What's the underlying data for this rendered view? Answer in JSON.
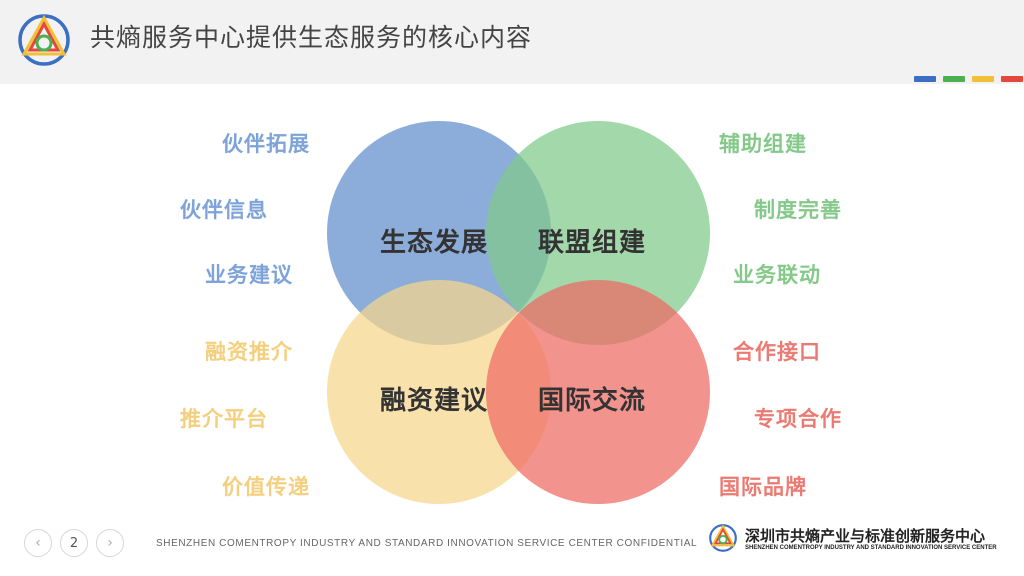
{
  "header": {
    "title": "共熵服务中心提供生态服务的核心内容",
    "accent_bars": [
      "#3a6fc4",
      "#4caf50",
      "#f2c037",
      "#e4483c"
    ]
  },
  "venn": {
    "circles": [
      {
        "label": "生态发展",
        "color": "#6b96d0"
      },
      {
        "label": "联盟组建",
        "color": "#7fc98a"
      },
      {
        "label": "融资建议",
        "color": "#f6d68a"
      },
      {
        "label": "国际交流",
        "color": "#ee6a62"
      }
    ]
  },
  "left_labels": {
    "blue": [
      "伙伴拓展",
      "伙伴信息",
      "业务建议"
    ],
    "yellow": [
      "融资推介",
      "推介平台",
      "价值传递"
    ]
  },
  "right_labels": {
    "green": [
      "辅助组建",
      "制度完善",
      "业务联动"
    ],
    "red": [
      "合作接口",
      "专项合作",
      "国际品牌"
    ]
  },
  "footer": {
    "prev_icon": "chevron-left-icon",
    "page_number": "2",
    "next_icon": "chevron-right-icon",
    "confidential": "SHENZHEN COMENTROPY INDUSTRY AND STANDARD INNOVATION SERVICE CENTER CONFIDENTIAL",
    "brand_cn": "深圳市共熵产业与标准创新服务中心",
    "brand_en": "SHENZHEN COMENTROPY INDUSTRY AND STANDARD INNOVATION SERVICE CENTER"
  }
}
